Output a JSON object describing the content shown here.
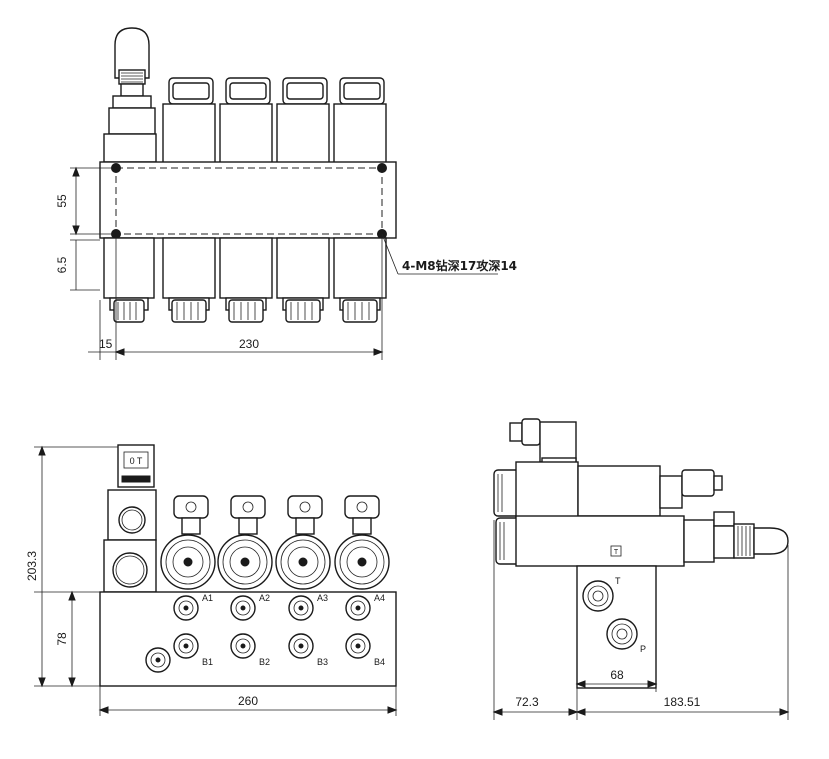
{
  "top_view": {
    "note": "4-M8钻深17攻深14",
    "dim_hole_spacing_v": "55",
    "dim_hole_offset_v": "6.5",
    "dim_left_offset": "15",
    "dim_hole_spacing_h": "230"
  },
  "front_view": {
    "port_labels_top": [
      "A1",
      "A2",
      "A3",
      "A4"
    ],
    "port_labels_bottom": [
      "B1",
      "B2",
      "B3",
      "B4"
    ],
    "dim_total_height": "203.3",
    "dim_block_height": "78",
    "dim_width": "260"
  },
  "side_view": {
    "port_T": "T",
    "port_P": "P",
    "dim_port_spacing": "68",
    "dim_left": "72.3",
    "dim_right": "183.51"
  },
  "colors": {
    "line": "#1a1a1a",
    "background": "#ffffff"
  }
}
